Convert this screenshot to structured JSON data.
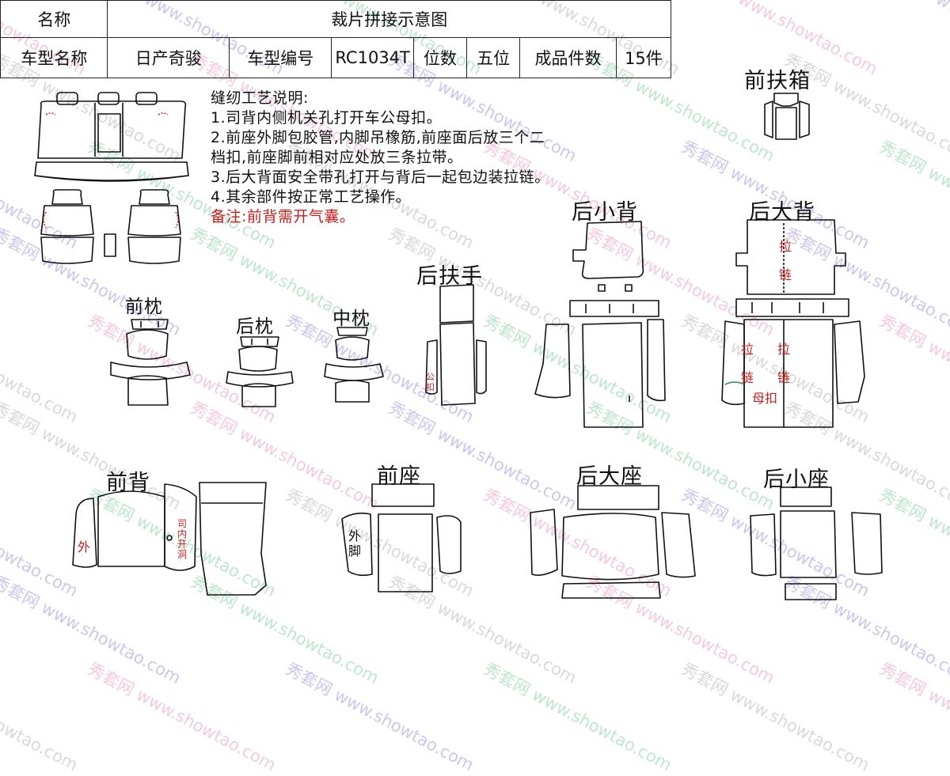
{
  "header": {
    "name_label": "名称",
    "title": "裁片拼接示意图",
    "model_name_label": "车型名称",
    "model_name": "日产奇骏",
    "model_code_label": "车型编号",
    "model_code": "RC1034T",
    "seats_label": "位数",
    "seats": "五位",
    "pieces_label": "成品件数",
    "pieces": "15件"
  },
  "notes": {
    "heading": "缝纫工艺说明:",
    "items": [
      "1.司背内侧机关孔打开车公母扣。",
      "2.前座外脚包胶管,内脚吊橡筋,前座面后放三个二",
      "档扣,前座脚前相对应处放三条拉带。",
      "3.后大背面安全带孔打开与背后一起包边装拉链。",
      "4.其余部件按正常工艺操作。"
    ],
    "remark": "备注:前背需开气囊。"
  },
  "parts": {
    "front_armrest_box": "前扶箱",
    "rear_small_back": "后小背",
    "rear_big_back": "后大背",
    "rear_armrest": "后扶手",
    "front_headrest": "前枕",
    "rear_headrest": "后枕",
    "middle_headrest": "中枕",
    "front_back": "前背",
    "front_seat": "前座",
    "rear_big_seat": "后大座",
    "rear_small_seat": "后小座"
  },
  "annotations": {
    "zipper_la": "拉",
    "zipper_lian": "链",
    "female_buckle": "母扣",
    "outer": "外",
    "driver_inner_hole": [
      "司",
      "内",
      "开",
      "洞"
    ],
    "outer_leg": [
      "外",
      "脚"
    ],
    "armrest_mark": [
      "公",
      "扣"
    ]
  },
  "watermark": {
    "brand": "秀套网",
    "url": "www.showtao.com"
  },
  "colors": {
    "line": "#111111",
    "annotation_red": "#c81e1e",
    "watermark_pink": "#e05aa0",
    "watermark_purple": "#6a4fd0",
    "watermark_green": "#39b26a",
    "watermark_grey": "#8a8a8a"
  }
}
